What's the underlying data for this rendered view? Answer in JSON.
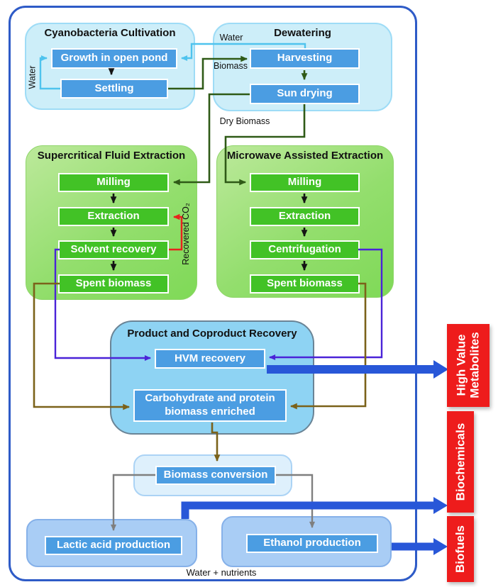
{
  "cultivation": {
    "title": "Cyanobacteria Cultivation",
    "growth": "Growth in open pond",
    "settling": "Settling"
  },
  "dewatering": {
    "title": "Dewatering",
    "harvesting": "Harvesting",
    "sun_drying": "Sun drying"
  },
  "sfe": {
    "title": "Supercritical Fluid Extraction",
    "milling": "Milling",
    "extraction": "Extraction",
    "solvent_recovery": "Solvent recovery",
    "spent_biomass": "Spent biomass"
  },
  "mae": {
    "title": "Microwave Assisted Extraction",
    "milling": "Milling",
    "extraction": "Extraction",
    "centrifugation": "Centrifugation",
    "spent_biomass": "Spent biomass"
  },
  "recovery": {
    "title": "Product and Coproduct Recovery",
    "hvm": "HVM recovery",
    "carb": "Carbohydrate and protein biomass enriched"
  },
  "conversion": {
    "biomass_conversion": "Biomass conversion",
    "lactic": "Lactic acid production",
    "ethanol": "Ethanol production"
  },
  "outputs": {
    "hvm_line1": "High Value",
    "hvm_line2": "Metabolites",
    "biochemicals": "Biochemicals",
    "biofuels": "Biofuels"
  },
  "flow_labels": {
    "water_top": "Water",
    "water_left": "Water",
    "biomass": "Biomass",
    "dry_biomass": "Dry Biomass",
    "recovered_co2": "Recovered CO₂",
    "water_nutrients": "Water + nutrients"
  },
  "colors": {
    "outer_border": "#2e5bc7",
    "stage_lightblue": "#cdeef9",
    "stage_green": "#93de6d",
    "recovery_blue": "#8ed3f3",
    "button_blue": "#4b9de2",
    "button_green": "#42c226",
    "output_red": "#ee1c1c",
    "thick_arrow_blue": "#2857d8",
    "water_cyan": "#4fc3ee",
    "biomass_green": "#2f5a17",
    "co2_red": "#e8231d",
    "hvm_purple": "#4a23d8",
    "spent_brown": "#7b621a",
    "conversion_gray": "#7f7f7f"
  }
}
